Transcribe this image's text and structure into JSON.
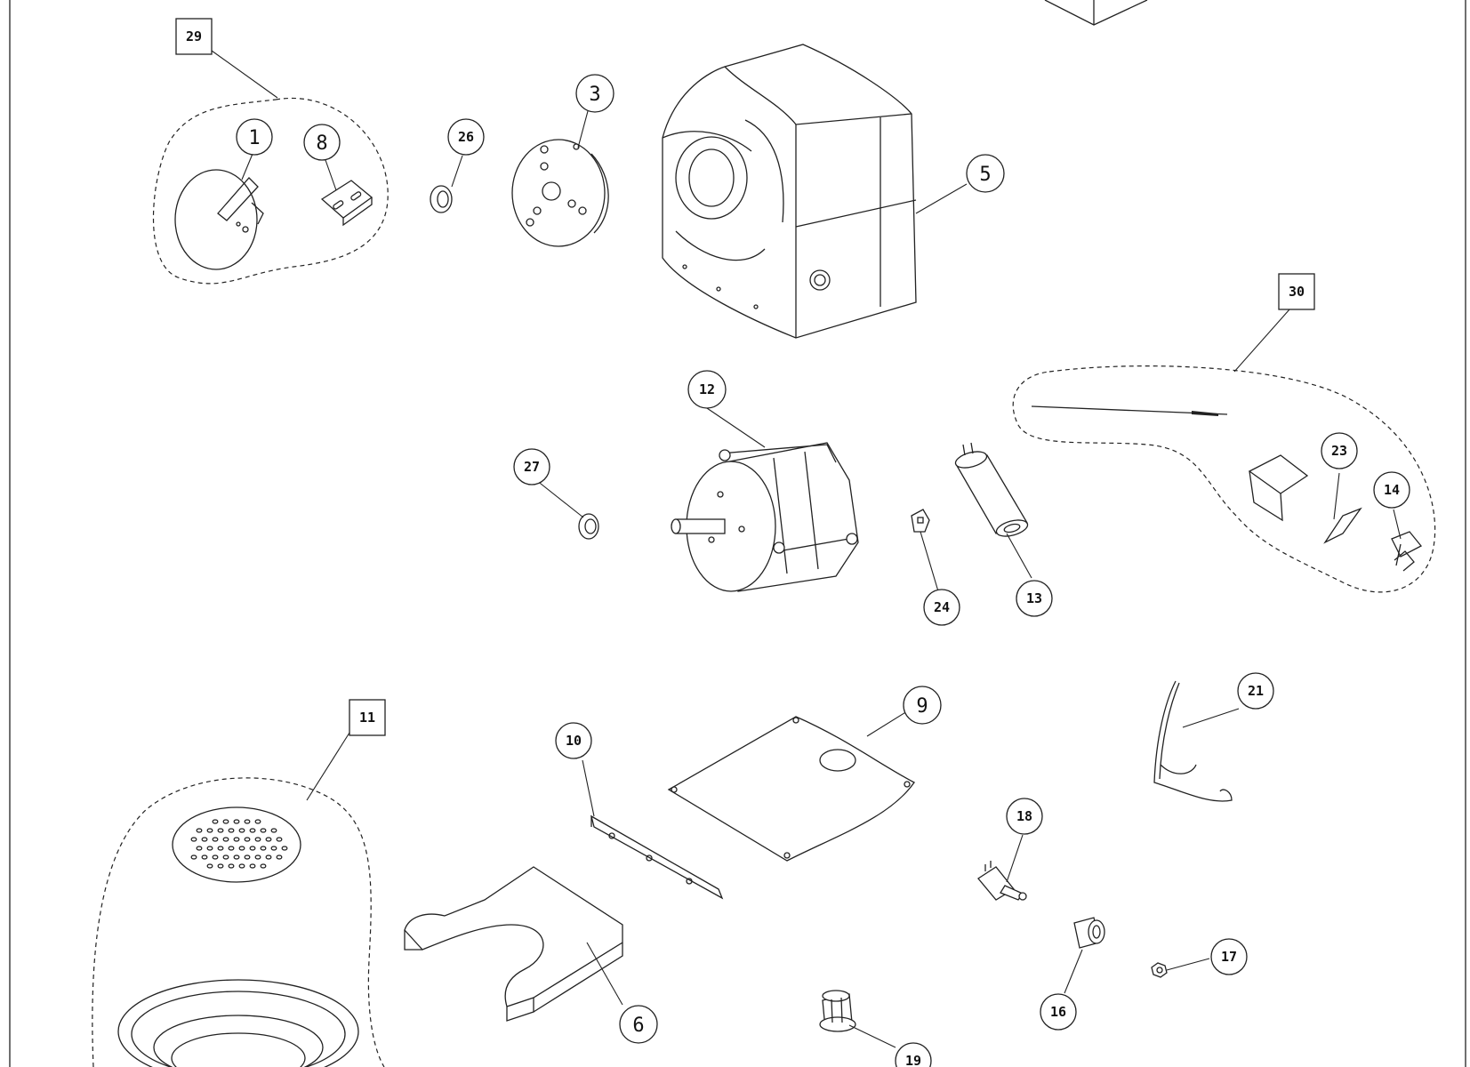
{
  "callouts": {
    "c1": "1",
    "c3": "3",
    "c5": "5",
    "c6": "6",
    "c8": "8",
    "c9": "9",
    "c10": "10",
    "c11": "11",
    "c12": "12",
    "c13": "13",
    "c14": "14",
    "c16": "16",
    "c17": "17",
    "c18": "18",
    "c19": "19",
    "c21": "21",
    "c23": "23",
    "c24": "24",
    "c26": "26",
    "c27": "27",
    "c29": "29",
    "c30": "30"
  }
}
